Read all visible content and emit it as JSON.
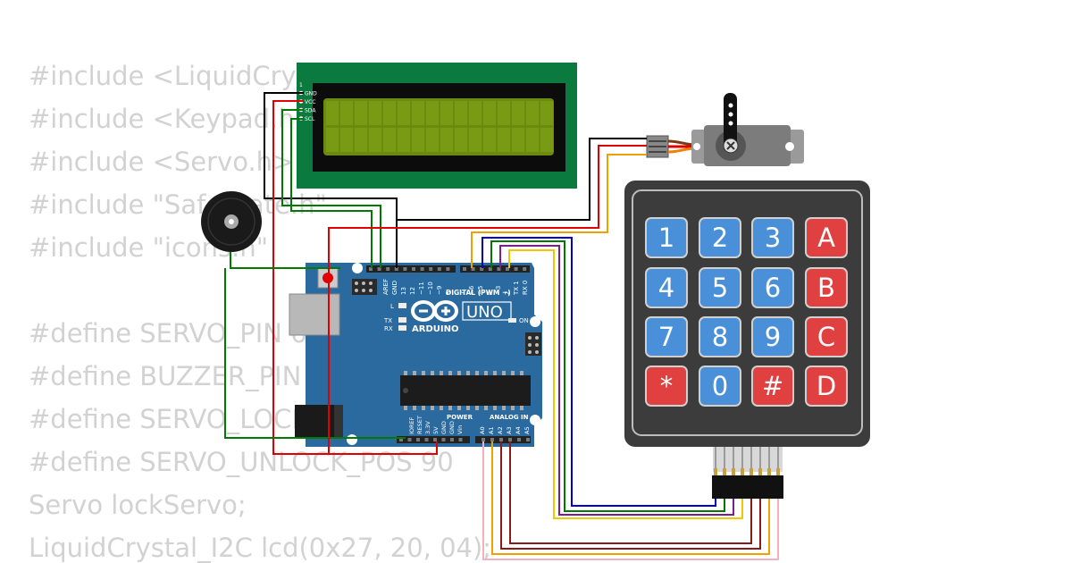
{
  "code_lines": [
    "#include <LiquidCrystal_I2C.h>",
    "#include <Keypad.h>",
    "#include <Servo.h>",
    "#include \"SafeState.h\"",
    "#include \"icons.h\"",
    "",
    "#define SERVO_PIN 6",
    "#define BUZZER_PIN 8",
    "#define SERVO_LOCK_POS 20",
    "#define SERVO_UNLOCK_POS 90",
    "Servo lockServo;",
    "LiquidCrystal_I2C lcd(0x27, 20, 04);"
  ],
  "lcd": {
    "pins": [
      "GND",
      "VCC",
      "SDA",
      "SCL"
    ],
    "bg_color": "#0b7a3e",
    "screen_color": "#6b8b0e"
  },
  "arduino": {
    "model": "UNO",
    "brand": "ARDUINO",
    "digital_label": "DIGITAL (PWM ~)",
    "power_label": "POWER",
    "analog_label": "ANALOG IN",
    "on_label": "ON",
    "l_label": "L",
    "tx_label": "TX",
    "rx_label": "RX",
    "aref_label": "AREF",
    "gnd_label": "GND",
    "digital_pins": [
      "13",
      "12",
      "~11",
      "~10",
      "~9",
      "8",
      "7",
      "~6",
      "~5",
      "4",
      "~3",
      "2",
      "TX 1",
      "RX 0"
    ],
    "power_pins": [
      "IOREF",
      "RESET",
      "3.3V",
      "5V",
      "GND",
      "GND",
      "Vin"
    ],
    "analog_pins": [
      "A0",
      "A1",
      "A2",
      "A3",
      "A4",
      "A5"
    ],
    "board_color": "#2b6a9e"
  },
  "keypad": {
    "keys": [
      [
        "1",
        "2",
        "3",
        "A"
      ],
      [
        "4",
        "5",
        "6",
        "B"
      ],
      [
        "7",
        "8",
        "9",
        "C"
      ],
      [
        "*",
        "0",
        "#",
        "D"
      ]
    ],
    "blue_color": "#4a90d9",
    "red_color": "#e04040",
    "body_color": "#3c3c3c"
  },
  "wire_colors": {
    "black": "#000000",
    "red": "#e00000",
    "green": "#007a00",
    "orange": "#f0a000",
    "blue": "#0000cc",
    "purple": "#7a1f8f",
    "brown": "#8b1a1a",
    "pink": "#f4b0c0",
    "yellow": "#f0c800"
  }
}
